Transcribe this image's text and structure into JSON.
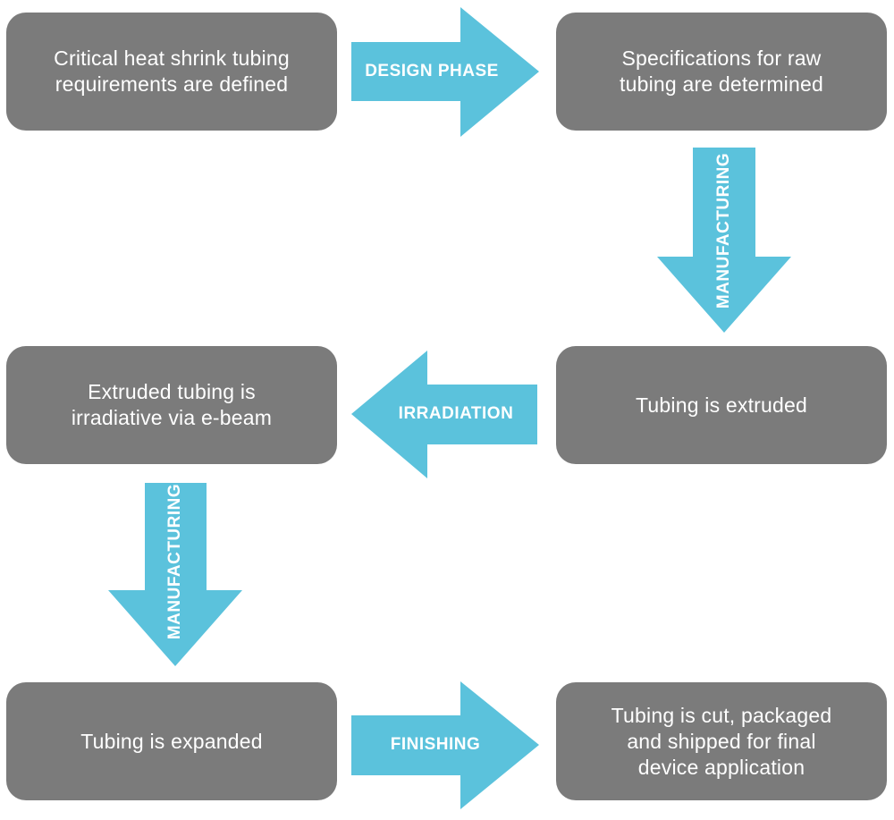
{
  "boxes": {
    "requirements": "Critical heat shrink tubing\nrequirements are defined",
    "specifications": "Specifications for raw\ntubing are determined",
    "extruded": "Tubing is extruded",
    "irradiated": "Extruded tubing is\nirradiative via e-beam",
    "expanded": "Tubing is expanded",
    "shipped": "Tubing is cut, packaged\nand shipped for final\ndevice application"
  },
  "arrows": {
    "design_phase": "DESIGN PHASE",
    "manufacturing_1": "MANUFACTURING",
    "irradiation": "IRRADIATION",
    "manufacturing_2": "MANUFACTURING",
    "finishing": "FINISHING"
  },
  "colors": {
    "box": "#7b7b7b",
    "arrow": "#5bc2dc",
    "text": "#ffffff"
  }
}
